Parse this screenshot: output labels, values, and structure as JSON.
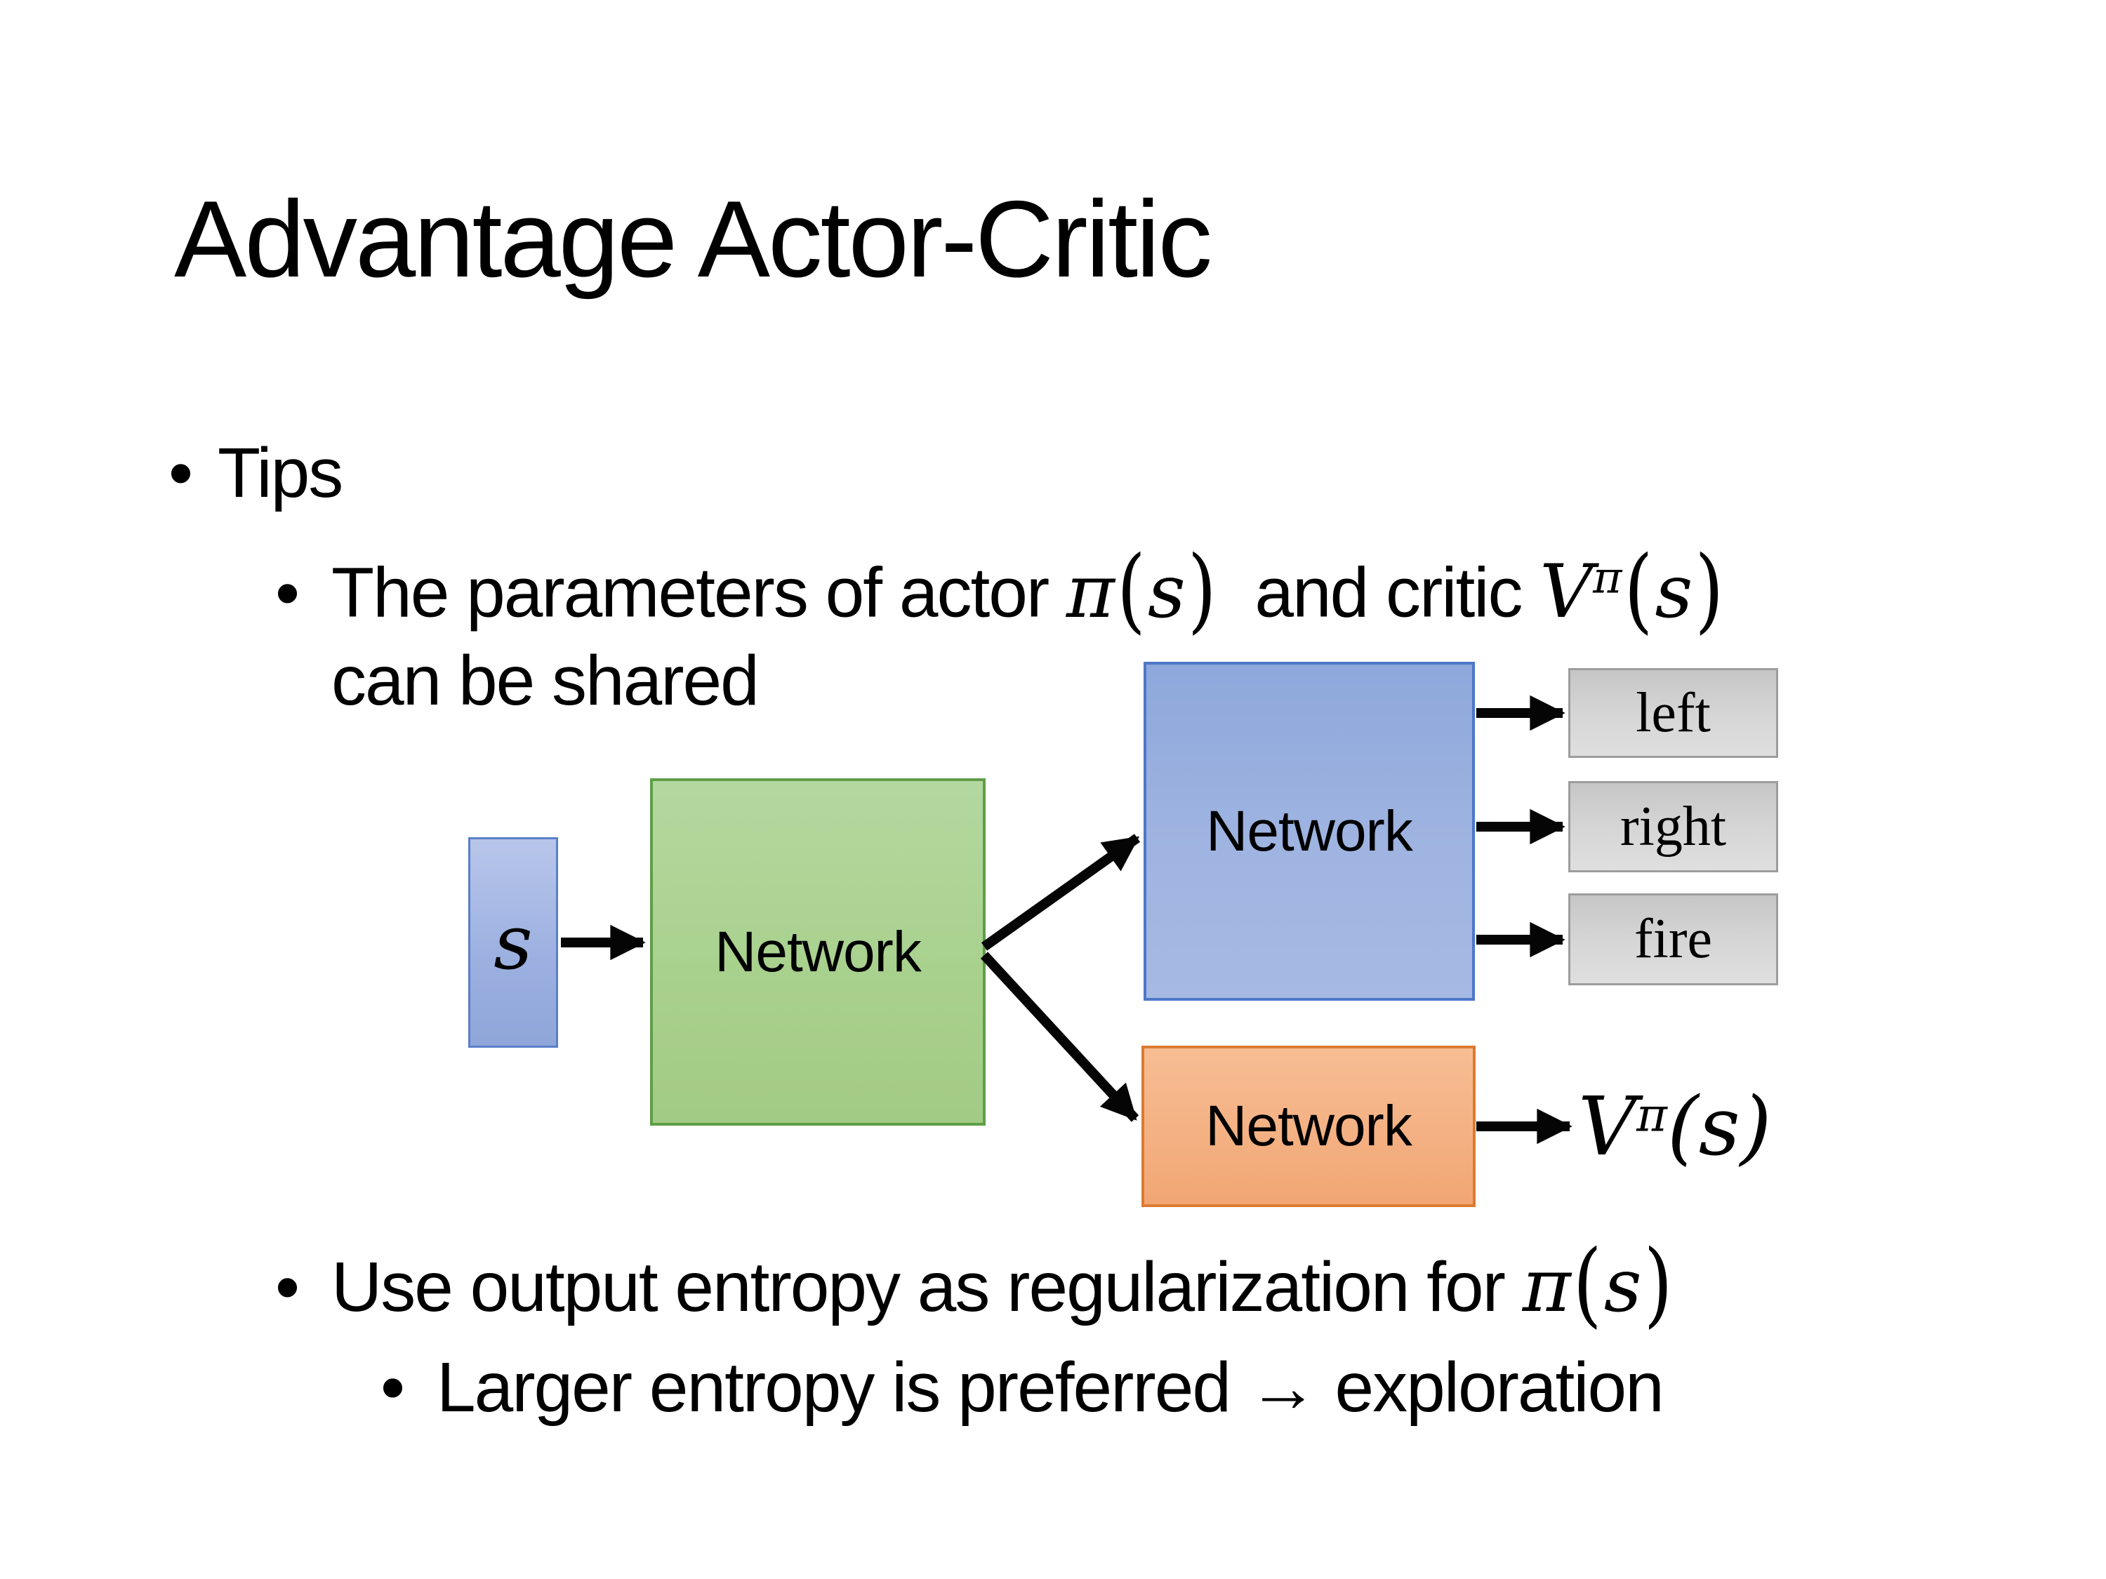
{
  "slide": {
    "title": "Advantage Actor-Critic"
  },
  "bullets": {
    "bullet_char": "•",
    "tips": "Tips",
    "sub1": {
      "pre": "The parameters of actor ",
      "mid": "  and critic ",
      "line2": "can be shared"
    },
    "sub2": {
      "pre": "Use output entropy as regularization for "
    },
    "sub3": {
      "text": "Larger entropy is preferred → exploration"
    }
  },
  "math": {
    "pi": "π",
    "V": "V",
    "s": "s",
    "open": "(",
    "close": ")"
  },
  "diagram": {
    "state_label": "s",
    "shared_network_label": "Network",
    "actor_network_label": "Network",
    "critic_network_label": "Network",
    "actions": [
      "left",
      "right",
      "fire"
    ],
    "critic_output": {
      "base": "V",
      "sup": "π",
      "args": "(s)"
    }
  },
  "colors": {
    "state_box_fill": "#9db1e1",
    "state_box_border": "#5b7fc7",
    "shared_network_fill": "#a9d18e",
    "shared_network_border": "#5f9e47",
    "actor_network_fill": "#9fb4e1",
    "actor_network_border": "#4d77c8",
    "critic_network_fill": "#f4b183",
    "critic_network_border": "#dd7a30",
    "action_box_fill": "#d5d5d5",
    "action_box_border": "#9d9d9d",
    "arrow": "#050505",
    "text": "#000000",
    "background": "#ffffff"
  }
}
